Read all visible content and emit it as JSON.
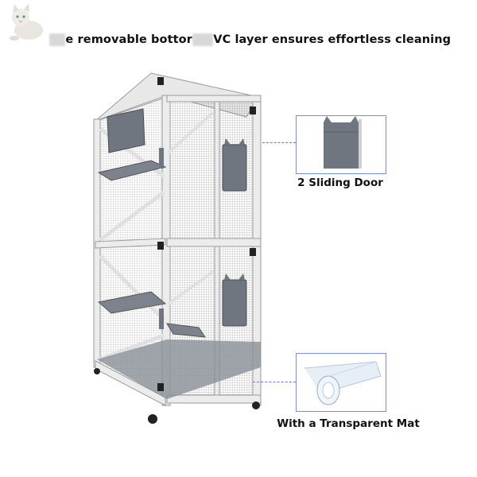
{
  "headline": {
    "hidden_start": "Th",
    "part1": "e removable bottor",
    "hidden_mid": "n P",
    "part2": "VC layer ensures effortless cleaning"
  },
  "callouts": [
    {
      "caption": "2 Sliding Door"
    },
    {
      "caption": "With a Transparent Mat"
    }
  ],
  "colors": {
    "frame": "#ececec",
    "frame_stroke": "#9a9a9a",
    "panel": "#6f7680",
    "mesh": "#3a3a3a",
    "accent_line": "#6677dd"
  }
}
